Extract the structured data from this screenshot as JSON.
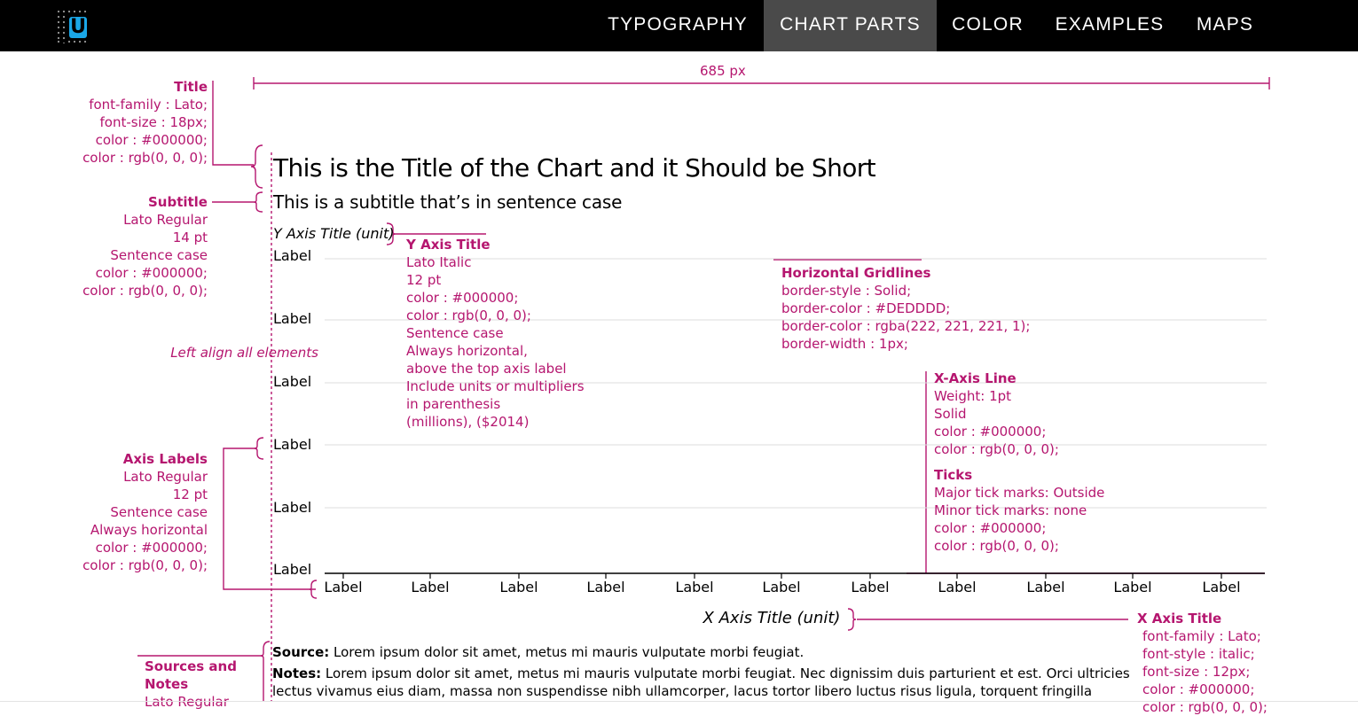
{
  "nav": {
    "logo_letter": "U",
    "items": [
      {
        "label": "TYPOGRAPHY",
        "active": false
      },
      {
        "label": "CHART PARTS",
        "active": true
      },
      {
        "label": "COLOR",
        "active": false
      },
      {
        "label": "EXAMPLES",
        "active": false
      },
      {
        "label": "MAPS",
        "active": false
      }
    ]
  },
  "colors": {
    "annotation": "#b5166f",
    "gridline": "#DEDDDD",
    "axis": "#000000",
    "nav_background": "#000000",
    "nav_active": "#4a4a4a",
    "logo_blue": "#1aa7e8"
  },
  "width_label": "685 px",
  "chart": {
    "title": "This is the Title of the Chart and it Should be Short",
    "subtitle": "This is a subtitle that’s in sentence case",
    "y_axis_title": "Y Axis Title (unit)",
    "y_labels": [
      "Label",
      "Label",
      "Label",
      "Label",
      "Label",
      "Label"
    ],
    "x_labels": [
      "Label",
      "Label",
      "Label",
      "Label",
      "Label",
      "Label",
      "Label",
      "Label",
      "Label",
      "Label",
      "Label"
    ],
    "x_axis_title": "X Axis Title (unit)",
    "source_label": "Source:",
    "source_text": "Lorem ipsum dolor sit amet, metus mi mauris vulputate morbi feugiat.",
    "notes_label": "Notes:",
    "notes_text_1": "Lorem ipsum dolor sit amet, metus mi mauris vulputate morbi feugiat. Nec dignissim duis parturient et est. Orci ultricies",
    "notes_text_2": "lectus vivamus eius diam, massa non suspendisse nibh ullamcorper, lacus tortor libero luctus risus ligula, torquent fringilla"
  },
  "annotations": {
    "title": {
      "heading": "Title",
      "lines": [
        "font-family : Lato;",
        "font-size : 18px;",
        "color : #000000;",
        "color : rgb(0, 0, 0);"
      ]
    },
    "subtitle": {
      "heading": "Subtitle",
      "lines": [
        "Lato Regular",
        "14 pt",
        "Sentence case",
        "color : #000000;",
        "color : rgb(0, 0, 0);"
      ]
    },
    "left_align": "Left align all elements",
    "y_axis_title": {
      "heading": "Y Axis Title",
      "lines": [
        "Lato Italic",
        "12 pt",
        "color : #000000;",
        "color : rgb(0, 0, 0);",
        "Sentence case",
        "Always horizontal,",
        "above the top axis label",
        "Include units or multipliers",
        "in parenthesis",
        "(millions), ($2014)"
      ]
    },
    "gridlines": {
      "heading": "Horizontal Gridlines",
      "lines": [
        "border-style : Solid;",
        "border-color : #DEDDDD;",
        "border-color : rgba(222, 221, 221, 1);",
        "border-width : 1px;"
      ]
    },
    "x_axis_line": {
      "heading": "X-Axis Line",
      "lines": [
        "Weight: 1pt",
        "Solid",
        "color : #000000;",
        "color : rgb(0, 0, 0);"
      ]
    },
    "ticks": {
      "heading": "Ticks",
      "lines": [
        "Major tick marks: Outside",
        "Minor tick marks: none",
        "color : #000000;",
        "color : rgb(0, 0, 0);"
      ]
    },
    "axis_labels": {
      "heading": "Axis Labels",
      "lines": [
        "Lato Regular",
        "12 pt",
        "Sentence case",
        "Always horizontal",
        "color : #000000;",
        "color : rgb(0, 0, 0);"
      ]
    },
    "x_axis_title": {
      "heading": "X Axis Title",
      "lines": [
        "font-family : Lato;",
        "font-style : italic;",
        "font-size : 12px;",
        "color : #000000;",
        "color : rgb(0, 0, 0);"
      ]
    },
    "sources": {
      "heading_1": "Sources and",
      "heading_2": "Notes",
      "line_1": "Lato Regular"
    }
  }
}
